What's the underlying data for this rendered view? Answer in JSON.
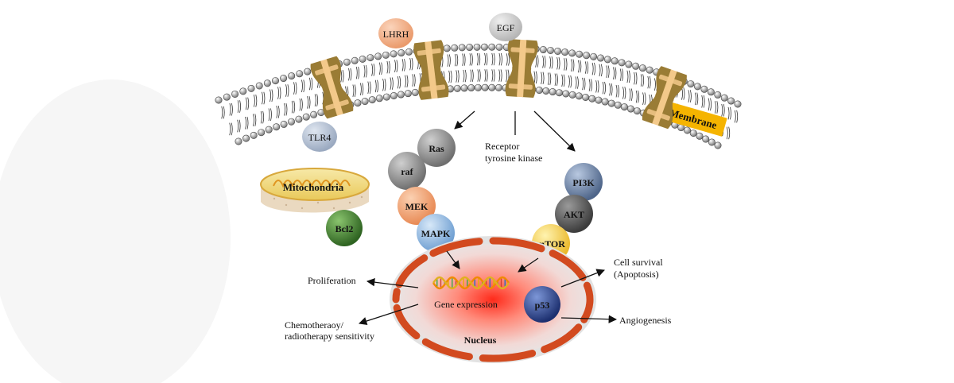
{
  "receptors": {
    "tlr4": "TLR4",
    "lhrh": "LHRH",
    "egf": "EGF",
    "membrane": "Membrane",
    "receptor_kinase_line1": "Receptor",
    "receptor_kinase_line2": "tyrosine kinase"
  },
  "proteins": {
    "ras": "Ras",
    "raf": "raf",
    "mek": "MEK",
    "mapk": "MAPK",
    "pi3k": "PI3K",
    "akt": "AKT",
    "mtor": "mTOR",
    "bcl2": "Bcl2",
    "p53": "p53"
  },
  "organelles": {
    "mitochondria": "Mitochondria",
    "nucleus": "Nucleus",
    "gene_expression": "Gene expression"
  },
  "outcomes": {
    "proliferation": "Proliferation",
    "chemo_line1": "Chemotheraoy/",
    "chemo_line2": "radiotherapy sensitivity",
    "survival_line1": "Cell survival",
    "survival_line2": "(Apoptosis)",
    "angiogenesis": "Angiogenesis"
  },
  "colors": {
    "receptor_body": "#9a7c35",
    "receptor_band": "#f3c98a",
    "membrane_label_bg": "#f5b400",
    "nucleus_envelope": "#d24a1f",
    "bcl2": "#3f7a2b",
    "p53": "#243f8a"
  }
}
